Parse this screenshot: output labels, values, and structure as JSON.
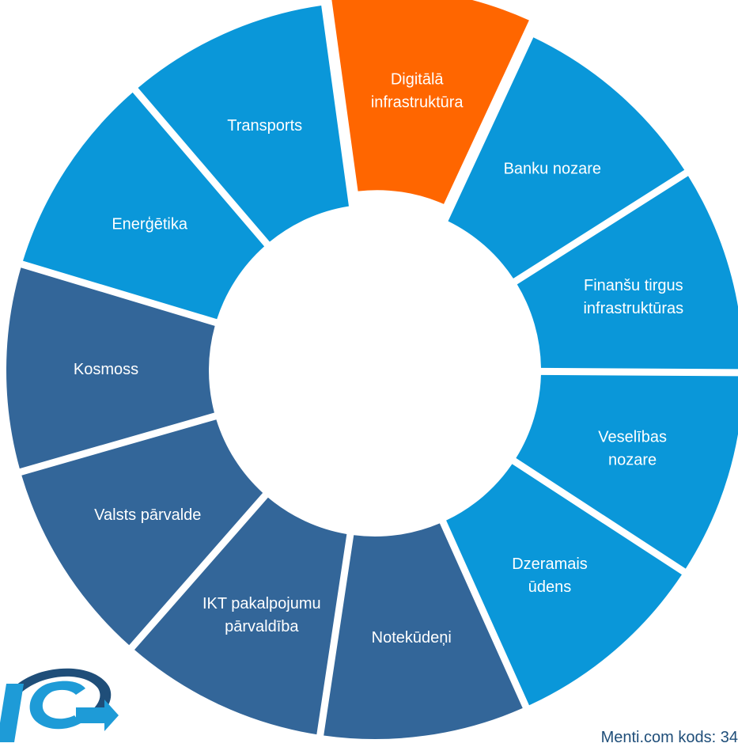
{
  "diagram": {
    "colors": {
      "dark": "#336699",
      "light": "#0a97d9",
      "highlight": "#ff6600",
      "background": "#ffffff"
    },
    "segments": [
      {
        "lines": [
          "Kosmoss"
        ],
        "tone": "dark"
      },
      {
        "lines": [
          "Enerģētika"
        ],
        "tone": "light"
      },
      {
        "lines": [
          "Transports"
        ],
        "tone": "light"
      },
      {
        "lines": [
          "Digitālā",
          "infrastruktūra"
        ],
        "tone": "highlight"
      },
      {
        "lines": [
          "Banku nozare"
        ],
        "tone": "light"
      },
      {
        "lines": [
          "Finanšu tirgus",
          "infrastruktūras"
        ],
        "tone": "light"
      },
      {
        "lines": [
          "Veselības",
          "nozare"
        ],
        "tone": "light"
      },
      {
        "lines": [
          "Dzeramais",
          "ūdens"
        ],
        "tone": "light"
      },
      {
        "lines": [
          "Notekūdeņi"
        ],
        "tone": "dark"
      },
      {
        "lines": [
          "IKT pakalpojumu",
          "pārvaldība"
        ],
        "tone": "dark"
      },
      {
        "lines": [
          "Valsts pārvalde"
        ],
        "tone": "dark"
      }
    ]
  },
  "footer": {
    "text": "Menti.com kods: 34"
  },
  "logo": {
    "icon": "ic-arrow-logo-icon",
    "colors": [
      "#1e9bd7",
      "#1f4e79"
    ]
  }
}
